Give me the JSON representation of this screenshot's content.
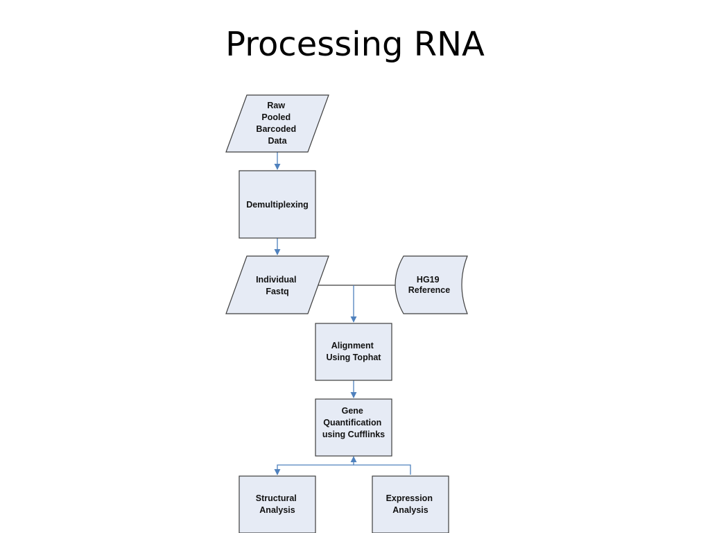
{
  "slide": {
    "title": "Processing RNA"
  },
  "flowchart": {
    "nodes": {
      "raw_data": {
        "shape": "parallelogram",
        "lines": [
          "Raw",
          "Pooled",
          "Barcoded",
          "Data"
        ]
      },
      "demultiplexing": {
        "shape": "rectangle",
        "lines": [
          "Demultiplexing"
        ]
      },
      "individual_fastq": {
        "shape": "parallelogram",
        "lines": [
          "Individual",
          "Fastq"
        ]
      },
      "hg19_reference": {
        "shape": "stored-data",
        "lines": [
          "HG19",
          "Reference"
        ]
      },
      "alignment": {
        "shape": "rectangle",
        "lines": [
          "Alignment",
          "Using Tophat"
        ]
      },
      "gene_quantification": {
        "shape": "rectangle",
        "lines": [
          "Gene",
          "Quantification",
          "using Cufflinks"
        ]
      },
      "structural_analysis": {
        "shape": "rectangle",
        "lines": [
          "Structural",
          "Analysis"
        ]
      },
      "expression_analysis": {
        "shape": "rectangle",
        "lines": [
          "Expression",
          "Analysis"
        ]
      }
    },
    "edges": [
      {
        "from": "raw_data",
        "to": "demultiplexing"
      },
      {
        "from": "demultiplexing",
        "to": "individual_fastq"
      },
      {
        "from": "individual_fastq",
        "to": "alignment"
      },
      {
        "from": "hg19_reference",
        "to": "alignment"
      },
      {
        "from": "alignment",
        "to": "gene_quantification"
      },
      {
        "from": "gene_quantification",
        "to": "structural_analysis"
      },
      {
        "from": "expression_analysis",
        "to": "gene_quantification"
      }
    ],
    "colors": {
      "node_fill": "#e6ebf5",
      "node_stroke": "#3d3d3d",
      "connector": "#4f81bd"
    }
  }
}
